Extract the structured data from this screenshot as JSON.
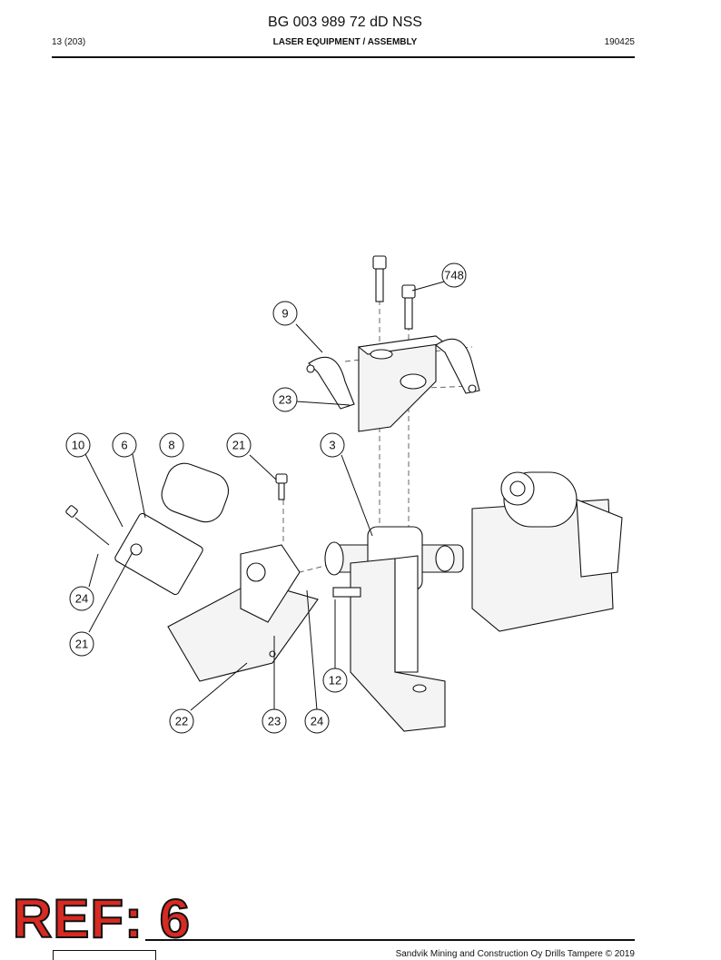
{
  "header": {
    "doc_title": "BG 003 989 72 dD NSS",
    "page_number": "13 (203)",
    "section": "LASER EQUIPMENT / ASSEMBLY",
    "doc_date": "190425"
  },
  "callouts": [
    "748",
    "9",
    "23",
    "10",
    "6",
    "8",
    "21",
    "3",
    "24",
    "21",
    "12",
    "22",
    "23",
    "24"
  ],
  "stamp": {
    "text": "REF: 6",
    "color": "#d62a22"
  },
  "footer": {
    "copyright": "Sandvik Mining and Construction Oy Drills Tampere © 2019"
  }
}
